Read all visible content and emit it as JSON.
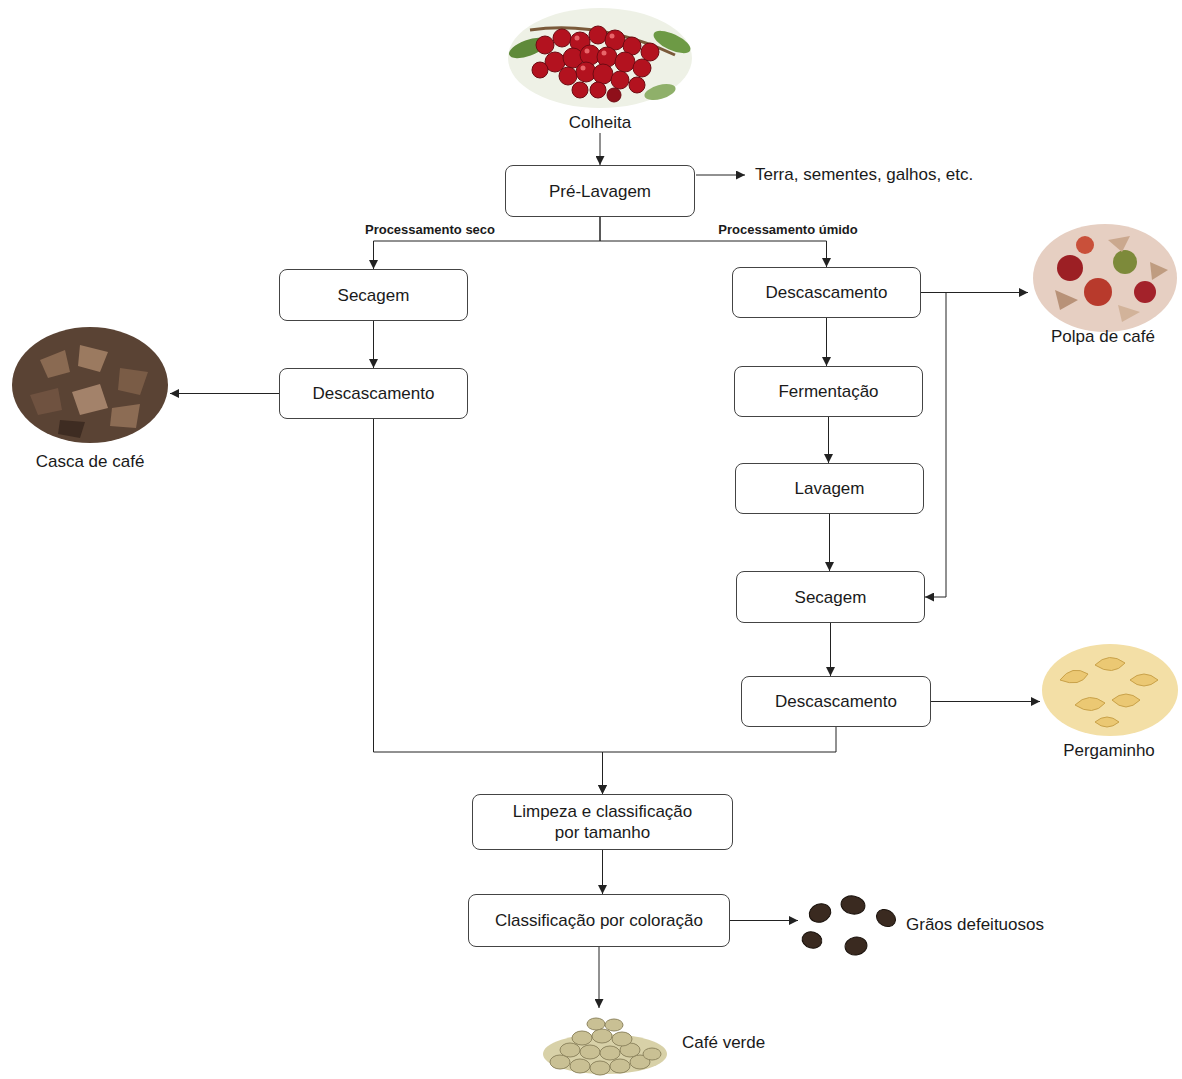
{
  "diagram": {
    "nodes": [
      {
        "text": [
          "Colheita"
        ]
      },
      {
        "text": [
          "Pré-Lavagem"
        ]
      },
      {
        "text": [
          "Secagem"
        ]
      },
      {
        "text": [
          "Descascamento"
        ]
      },
      {
        "text": [
          "Polpa de café"
        ]
      },
      {
        "text": [
          "Descascamento"
        ]
      },
      {
        "text": [
          "Casca de café"
        ]
      },
      {
        "text": [
          "Fermentação"
        ]
      },
      {
        "text": [
          "Lavagem"
        ]
      },
      {
        "text": [
          "Secagem"
        ]
      },
      {
        "text": [
          "Descascamento"
        ]
      },
      {
        "text": [
          "Pergaminho"
        ]
      },
      {
        "text": [
          "Limpeza e classificação por tamanho"
        ]
      },
      {
        "text": [
          "Classificação por coloração"
        ]
      },
      {
        "text": [
          "Grãos defeituosos"
        ]
      },
      {
        "text": [
          "Café verde"
        ]
      }
    ],
    "edges": [
      {
        "from": 0,
        "to": 1,
        "arrow": "to"
      },
      {
        "from": 1,
        "to": 2,
        "label": "Processamento seco",
        "arrow": "to"
      },
      {
        "from": 1,
        "to": 3,
        "label": "Processamento úmido",
        "arrow": "to"
      },
      {
        "from": 3,
        "to": 4,
        "arrow": "to"
      },
      {
        "from": 2,
        "to": 5,
        "arrow": "to"
      },
      {
        "from": 5,
        "to": 6,
        "arrow": "to"
      },
      {
        "from": 3,
        "to": 7,
        "arrow": "to"
      },
      {
        "from": 7,
        "to": 8,
        "arrow": "to"
      },
      {
        "from": 8,
        "to": 9,
        "arrow": "to"
      },
      {
        "from": 3,
        "to": 9,
        "arrow": "to"
      },
      {
        "from": 9,
        "to": 10,
        "arrow": "to"
      },
      {
        "from": 10,
        "to": 11,
        "arrow": "to"
      },
      {
        "from": 5,
        "to": 12,
        "arrow": "to"
      },
      {
        "from": 10,
        "to": 12,
        "arrow": "to"
      },
      {
        "from": 12,
        "to": 13,
        "arrow": "to"
      },
      {
        "from": 13,
        "to": 14,
        "arrow": "to"
      },
      {
        "from": 13,
        "to": 15,
        "arrow": "to"
      }
    ],
    "labels": [
      "Terra, sementes, galhos, etc."
    ]
  }
}
